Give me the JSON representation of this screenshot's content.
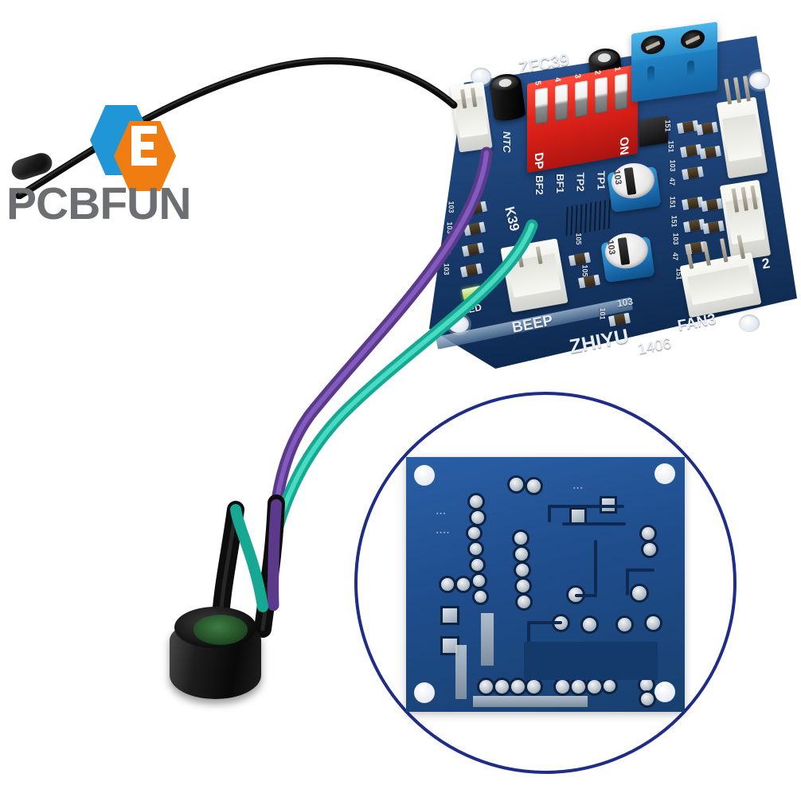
{
  "brand": {
    "name": "PCBFUN",
    "logo_icon": "hexagon-e-logo",
    "colors": {
      "hex_blue": "#2196d6",
      "hex_orange": "#f07d12",
      "text_gray": "#6d6e71"
    }
  },
  "product": {
    "type": "pcb-temperature-control-fan-speed-module",
    "board_color": "#17427e"
  },
  "board_silkscreen": {
    "model_top": "ZFC39",
    "vendor": "ZHIYU",
    "revision": "1406",
    "ntc_label": "NTC",
    "beep_label": "BEEP",
    "led_label": "LED",
    "fan3_label": "FAN3",
    "fan2_label": "2",
    "test_points": [
      "TP1",
      "TP2"
    ],
    "bf_points": [
      "BF1",
      "BF2"
    ],
    "k39_label": "K39",
    "dip": {
      "on_label": "ON",
      "dp_label": "DP",
      "positions": [
        "1",
        "2",
        "3",
        "4",
        "5"
      ]
    },
    "pot_labels": [
      "103",
      "103"
    ],
    "smd_codes_left": [
      "103",
      "103",
      "103",
      "103"
    ],
    "smd_codes_right": [
      "151",
      "151",
      "103",
      "47",
      "151",
      "151",
      "103",
      "47",
      "151",
      "105",
      "151",
      "101"
    ]
  },
  "components": {
    "dip_switch_color": "#d61f17",
    "terminal_block_color": "#1f7fc0",
    "trimpot_color": "#1766a8",
    "connector_color": "#ededea",
    "capacitor_color": "#111111",
    "led_color": "#9fcf3a"
  },
  "wires": {
    "ntc_probe": {
      "color": "#1a1a1a",
      "label": "ntc-thermistor-probe"
    },
    "buzzer_wire_1": {
      "color": "#7b4fb5",
      "label": "purple-wire"
    },
    "buzzer_wire_2": {
      "color": "#2fc9b0",
      "label": "teal-wire"
    }
  },
  "inset": {
    "label": "pcb-back-view-circle-inset",
    "ring_color": "#1f2d86",
    "board_color": "#1f4d8c"
  }
}
